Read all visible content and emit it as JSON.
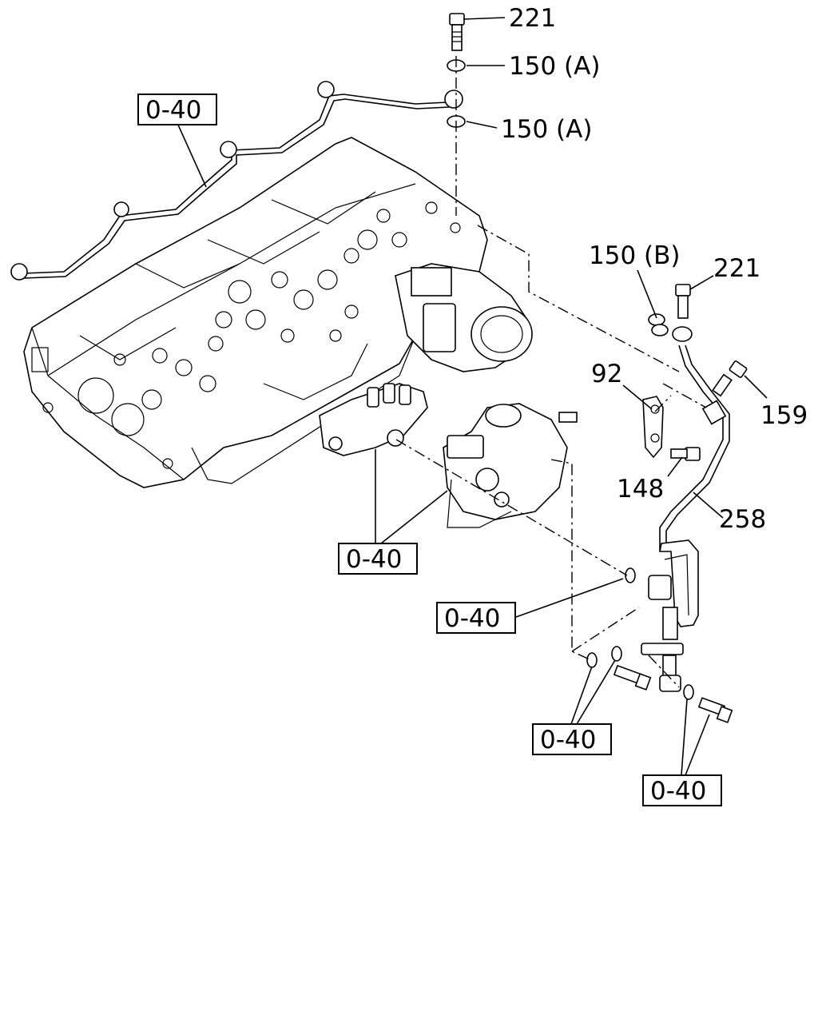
{
  "callouts": {
    "c221_top": "221",
    "c150a_1": "150 (A)",
    "c150a_2": "150 (A)",
    "c150b": "150 (B)",
    "c221_right": "221",
    "c92": "92",
    "c159": "159",
    "c148": "148",
    "c258": "258"
  },
  "refs": {
    "r1": "0-40",
    "r2": "0-40",
    "r3": "0-40",
    "r4": "0-40",
    "r5": "0-40"
  }
}
